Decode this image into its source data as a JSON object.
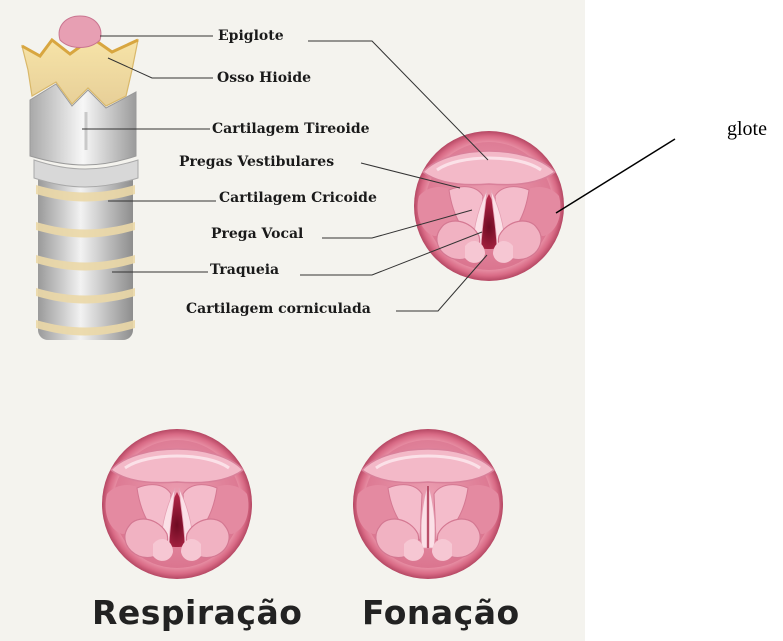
{
  "labels": {
    "epiglote": "Epiglote",
    "osso_hioide": "Osso Hioide",
    "cartilagem_tireoide": "Cartilagem Tireoide",
    "pregas_vestibulares": "Pregas Vestibulares",
    "cartilagem_cricoide": "Cartilagem Cricoide",
    "prega_vocal": "Prega Vocal",
    "traqueia": "Traqueia",
    "cartilagem_corniculada": "Cartilagem corniculada",
    "glote": "glote"
  },
  "captions": {
    "respiracao": "Respiração",
    "fonacao": "Fonação"
  },
  "colors": {
    "panel_background": "#f4f3ee",
    "tissue_pink": "#e98da6",
    "fold_light": "#f6c4d0",
    "cavity_dark": "#8e1030",
    "cartilage_yellow": "#f0d79a",
    "trachea_gray": "#d8d8d8"
  }
}
